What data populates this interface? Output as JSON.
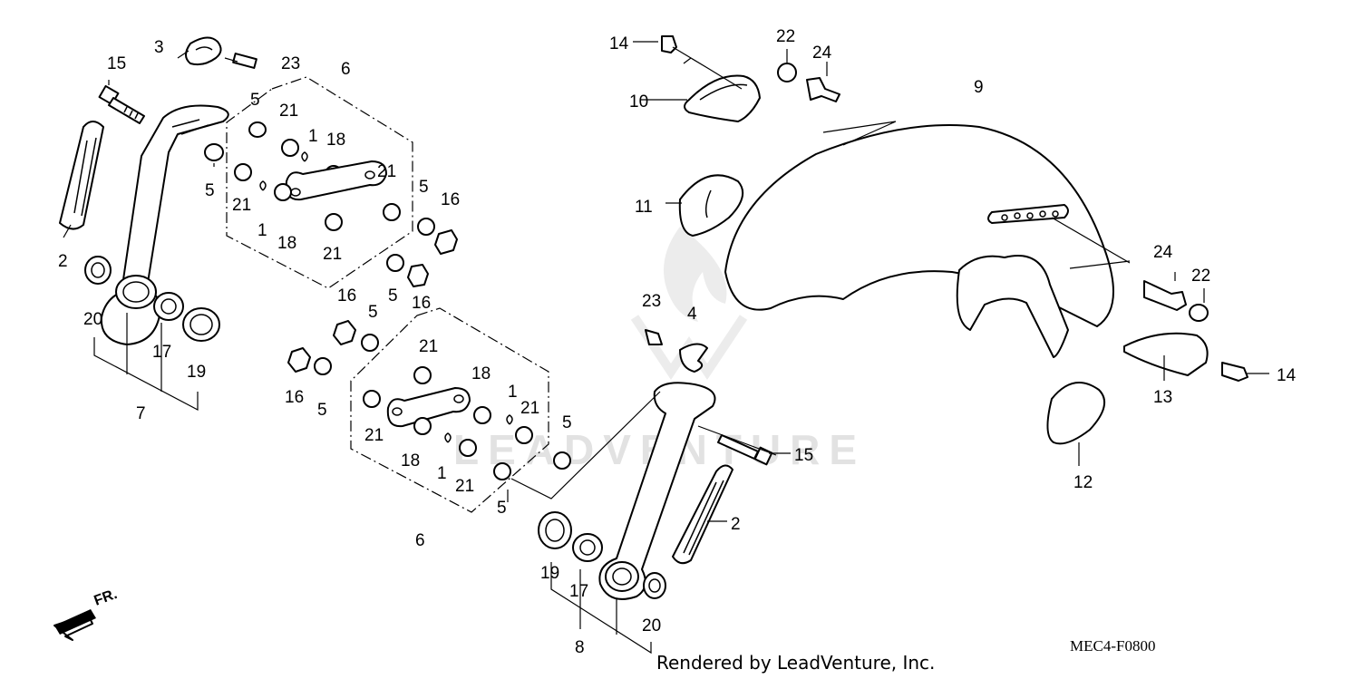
{
  "diagram": {
    "code": "MEC4-F0800",
    "credit": "Rendered by LeadVenture, Inc.",
    "watermark": "LEADVENTURE",
    "direction": "FR.",
    "callouts": [
      {
        "id": "c1a",
        "text": "1"
      },
      {
        "id": "c1b",
        "text": "1"
      },
      {
        "id": "c1c",
        "text": "1"
      },
      {
        "id": "c1d",
        "text": "1"
      },
      {
        "id": "c2a",
        "text": "2"
      },
      {
        "id": "c2b",
        "text": "2"
      },
      {
        "id": "c3",
        "text": "3"
      },
      {
        "id": "c4",
        "text": "4"
      },
      {
        "id": "c5a",
        "text": "5"
      },
      {
        "id": "c5b",
        "text": "5"
      },
      {
        "id": "c5c",
        "text": "5"
      },
      {
        "id": "c5d",
        "text": "5"
      },
      {
        "id": "c5e",
        "text": "5"
      },
      {
        "id": "c5f",
        "text": "5"
      },
      {
        "id": "c5g",
        "text": "5"
      },
      {
        "id": "c5h",
        "text": "5"
      },
      {
        "id": "c6a",
        "text": "6"
      },
      {
        "id": "c6b",
        "text": "6"
      },
      {
        "id": "c7",
        "text": "7"
      },
      {
        "id": "c8",
        "text": "8"
      },
      {
        "id": "c9",
        "text": "9"
      },
      {
        "id": "c10",
        "text": "10"
      },
      {
        "id": "c11",
        "text": "11"
      },
      {
        "id": "c12",
        "text": "12"
      },
      {
        "id": "c13",
        "text": "13"
      },
      {
        "id": "c14a",
        "text": "14"
      },
      {
        "id": "c14b",
        "text": "14"
      },
      {
        "id": "c15a",
        "text": "15"
      },
      {
        "id": "c15b",
        "text": "15"
      },
      {
        "id": "c16a",
        "text": "16"
      },
      {
        "id": "c16b",
        "text": "16"
      },
      {
        "id": "c16c",
        "text": "16"
      },
      {
        "id": "c16d",
        "text": "16"
      },
      {
        "id": "c17a",
        "text": "17"
      },
      {
        "id": "c17b",
        "text": "17"
      },
      {
        "id": "c18a",
        "text": "18"
      },
      {
        "id": "c18b",
        "text": "18"
      },
      {
        "id": "c18c",
        "text": "18"
      },
      {
        "id": "c18d",
        "text": "18"
      },
      {
        "id": "c19a",
        "text": "19"
      },
      {
        "id": "c19b",
        "text": "19"
      },
      {
        "id": "c20a",
        "text": "20"
      },
      {
        "id": "c20b",
        "text": "20"
      },
      {
        "id": "c21a",
        "text": "21"
      },
      {
        "id": "c21b",
        "text": "21"
      },
      {
        "id": "c21c",
        "text": "21"
      },
      {
        "id": "c21d",
        "text": "21"
      },
      {
        "id": "c21e",
        "text": "21"
      },
      {
        "id": "c21f",
        "text": "21"
      },
      {
        "id": "c21g",
        "text": "21"
      },
      {
        "id": "c21h",
        "text": "21"
      },
      {
        "id": "c22a",
        "text": "22"
      },
      {
        "id": "c22b",
        "text": "22"
      },
      {
        "id": "c23a",
        "text": "23"
      },
      {
        "id": "c23b",
        "text": "23"
      },
      {
        "id": "c24a",
        "text": "24"
      },
      {
        "id": "c24b",
        "text": "24"
      }
    ]
  }
}
